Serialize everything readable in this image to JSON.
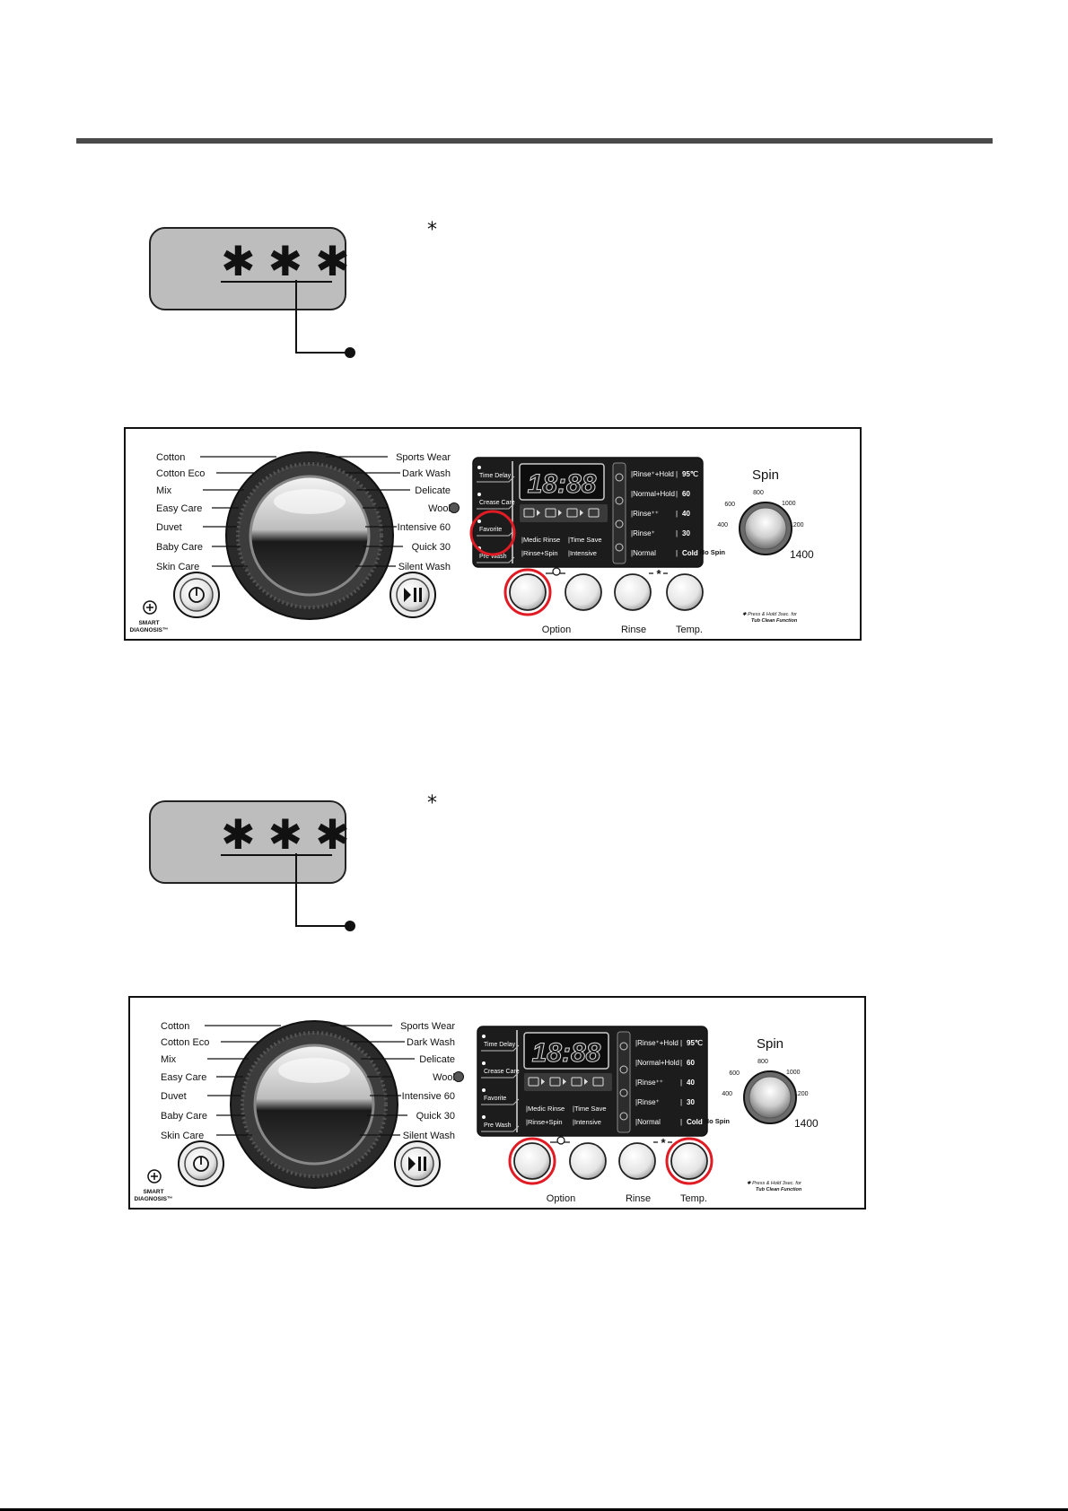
{
  "lcd": {
    "stars": "✱✱✱"
  },
  "note_mark": "*",
  "panel": {
    "programs_left": [
      "Cotton",
      "Cotton Eco",
      "Mix",
      "Easy Care",
      "Duvet",
      "Baby Care",
      "Skin Care"
    ],
    "programs_right": [
      "Sports Wear",
      "Dark Wash",
      "Delicate",
      "Wool",
      "Intensive 60",
      "Quick 30",
      "Silent Wash"
    ],
    "left_options": [
      "Time Delay",
      "Crease Care",
      "Favorite",
      "Pre Wash"
    ],
    "display_digits": "18:88",
    "extra_options": [
      "Medic Rinse",
      "Rinse+Spin",
      "Time Save",
      "Intensive"
    ],
    "rinse_options": [
      "Rinse⁺+Hold",
      "Normal+Hold",
      "Rinse⁺⁺",
      "Rinse⁺",
      "Normal"
    ],
    "temp_options": [
      "95℃",
      "60",
      "40",
      "30",
      "Cold"
    ],
    "spin_label": "Spin",
    "spin_speeds": [
      "No Spin",
      "400",
      "600",
      "800",
      "1000",
      "1200",
      "1400"
    ],
    "button_labels": {
      "option": "Option",
      "rinse": "Rinse",
      "temp": "Temp."
    },
    "smart_diagnosis": [
      "SMART",
      "DIAGNOSIS™"
    ],
    "tub_clean_note": [
      "✱ Press & Hold 3sec. for",
      "Tub Clean Function"
    ]
  }
}
